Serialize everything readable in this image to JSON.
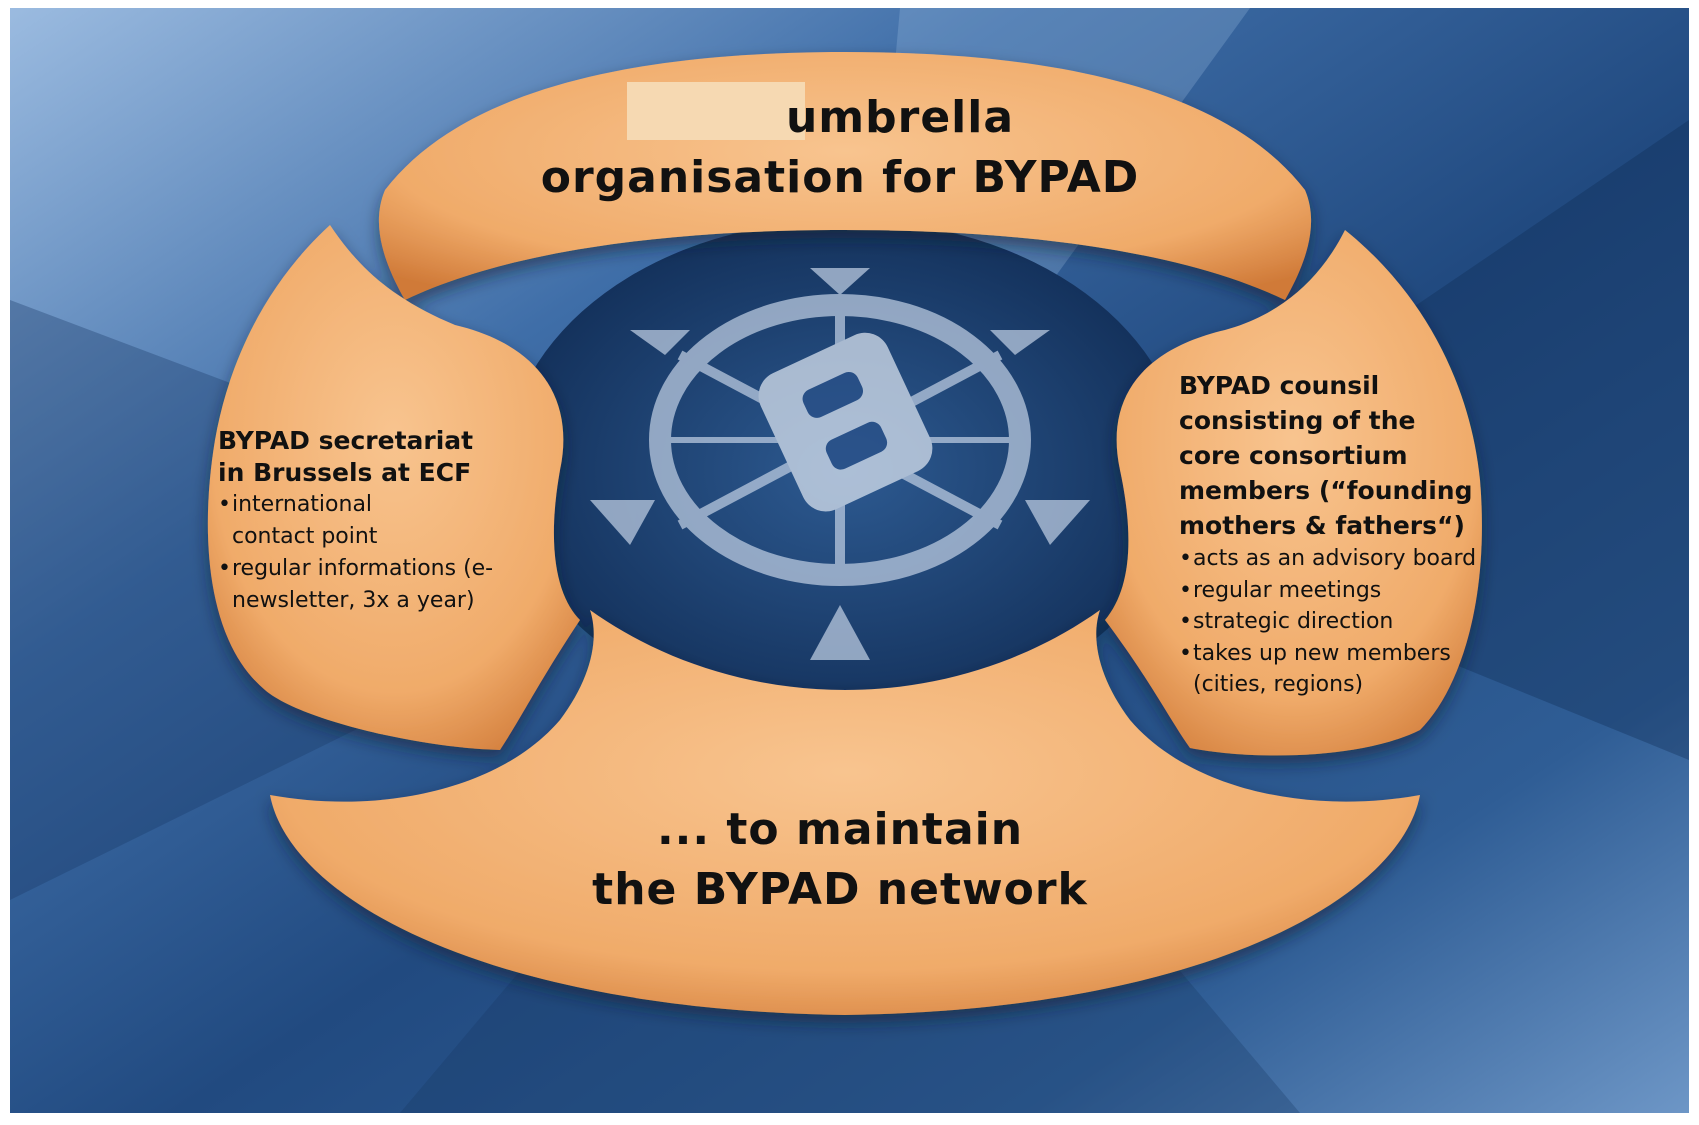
{
  "diagram": {
    "top": {
      "line1": "umbrella",
      "line2": "organisation for BYPAD"
    },
    "left": {
      "heading_line1": "BYPAD secretariat",
      "heading_line2": "in Brussels at ECF",
      "bullets": [
        "international contact point",
        "regular informations (e-newsletter, 3x a year)"
      ]
    },
    "right": {
      "heading_lines": [
        "BYPAD counsil",
        "consisting of the",
        "core consortium",
        "members (“founding",
        "mothers & fathers“)"
      ],
      "bullets": [
        "acts as an advisory board",
        "regular meetings",
        "strategic direction",
        "takes up new members (cities, regions)"
      ]
    },
    "bottom": {
      "line1": "... to maintain",
      "line2": "the BYPAD network"
    },
    "logo": {
      "letter": "B",
      "icon": "bypad-compass-logo"
    }
  },
  "colors": {
    "orange_light": "#f6bd84",
    "orange_dark": "#d8823e",
    "blue_dark": "#17345f",
    "blue_mid": "#3c6aa3",
    "blue_light": "#8fb3d9"
  }
}
